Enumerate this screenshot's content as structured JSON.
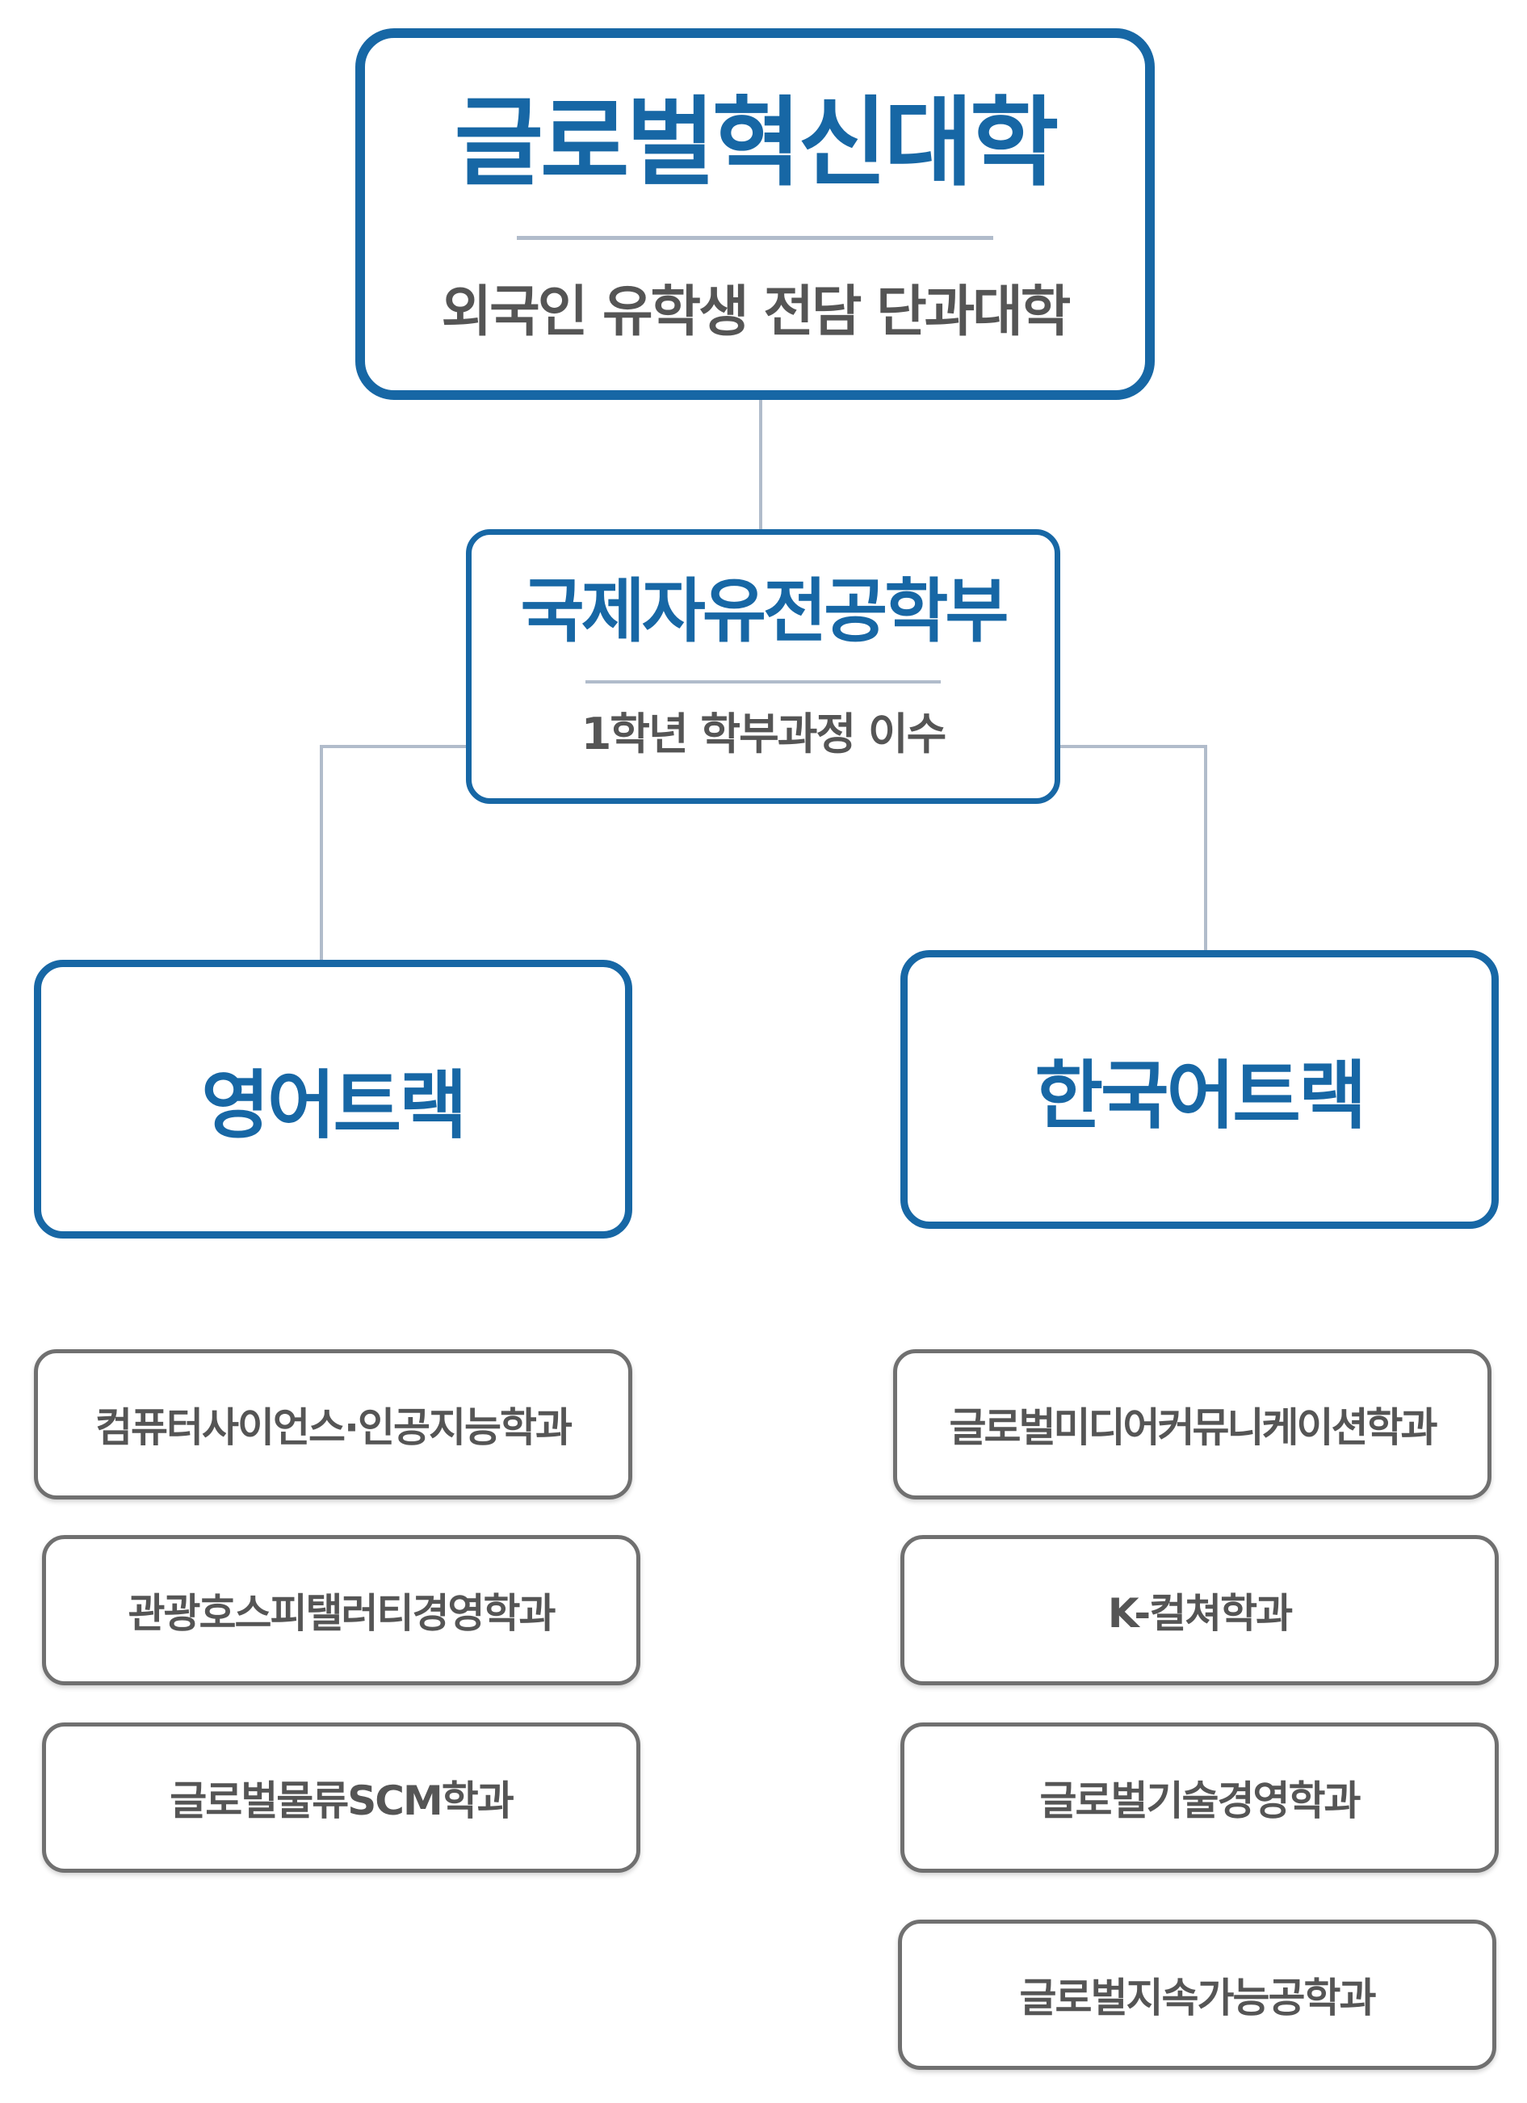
{
  "root": {
    "title": "글로벌혁신대학",
    "subtitle": "외국인 유학생 전담 단과대학"
  },
  "division": {
    "title": "국제자유전공학부",
    "subtitle": "1학년 학부과정 이수"
  },
  "tracks": [
    {
      "title": "영어트랙",
      "departments": [
        "컴퓨터사이언스·인공지능학과",
        "관광호스피탤러티경영학과",
        "글로벌물류SCM학과"
      ]
    },
    {
      "title": "한국어트랙",
      "departments": [
        "글로벌미디어커뮤니케이션학과",
        "K-컬쳐학과",
        "글로벌기술경영학과",
        "글로벌지속가능공학과"
      ]
    }
  ],
  "colors": {
    "primary": "#1767a5",
    "connector": "#b1bccb",
    "dept_border": "#707070",
    "dept_text": "#555555"
  }
}
